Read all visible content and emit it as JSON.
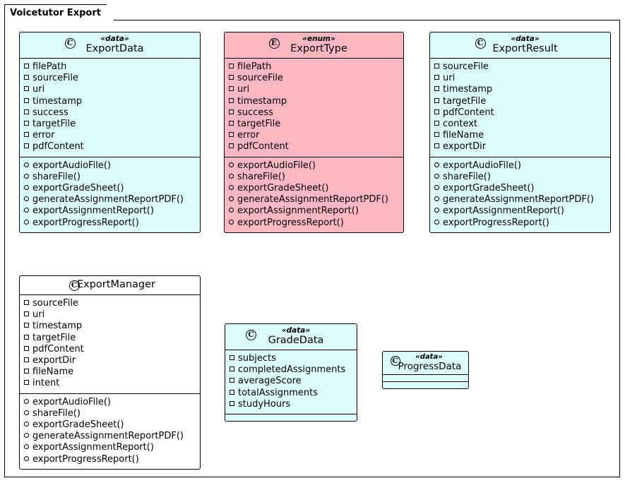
{
  "package": {
    "name": "Voicetutor Export"
  },
  "colors": {
    "data_class_fill": "#ddfdfd",
    "enum_class_fill": "#fcb8c0",
    "plain_class_fill": "#ffffff",
    "border": "#000000"
  },
  "classes": [
    {
      "id": "export-data",
      "stereotype": "«data»",
      "name": "ExportData",
      "badge": "C",
      "fill": "cyan",
      "attributes": [
        "filePath",
        "sourceFile",
        "uri",
        "timestamp",
        "success",
        "targetFile",
        "error",
        "pdfContent"
      ],
      "methods": [
        "exportAudioFile()",
        "shareFile()",
        "exportGradeSheet()",
        "generateAssignmentReportPDF()",
        "exportAssignmentReport()",
        "exportProgressReport()"
      ]
    },
    {
      "id": "export-type",
      "stereotype": "«enum»",
      "name": "ExportType",
      "badge": "E",
      "fill": "pink",
      "attributes": [
        "filePath",
        "sourceFile",
        "uri",
        "timestamp",
        "success",
        "targetFile",
        "error",
        "pdfContent"
      ],
      "methods": [
        "exportAudioFile()",
        "shareFile()",
        "exportGradeSheet()",
        "generateAssignmentReportPDF()",
        "exportAssignmentReport()",
        "exportProgressReport()"
      ]
    },
    {
      "id": "export-result",
      "stereotype": "«data»",
      "name": "ExportResult",
      "badge": "C",
      "fill": "cyan",
      "attributes": [
        "sourceFile",
        "uri",
        "timestamp",
        "targetFile",
        "pdfContent",
        "context",
        "fileName",
        "exportDir"
      ],
      "methods": [
        "exportAudioFile()",
        "shareFile()",
        "exportGradeSheet()",
        "generateAssignmentReportPDF()",
        "exportAssignmentReport()",
        "exportProgressReport()"
      ]
    },
    {
      "id": "export-manager",
      "stereotype": "",
      "name": "ExportManager",
      "badge": "C",
      "fill": "white",
      "attributes": [
        "sourceFile",
        "uri",
        "timestamp",
        "targetFile",
        "pdfContent",
        "exportDir",
        "fileName",
        "intent"
      ],
      "methods": [
        "exportAudioFile()",
        "shareFile()",
        "exportGradeSheet()",
        "generateAssignmentReportPDF()",
        "exportAssignmentReport()",
        "exportProgressReport()"
      ]
    },
    {
      "id": "grade-data",
      "stereotype": "«data»",
      "name": "GradeData",
      "badge": "C",
      "fill": "cyan",
      "attributes": [
        "subjects",
        "completedAssignments",
        "averageScore",
        "totalAssignments",
        "studyHours"
      ],
      "methods": []
    },
    {
      "id": "progress-data",
      "stereotype": "«data»",
      "name": "ProgressData",
      "badge": "C",
      "fill": "cyan",
      "attributes": [],
      "methods": []
    }
  ]
}
